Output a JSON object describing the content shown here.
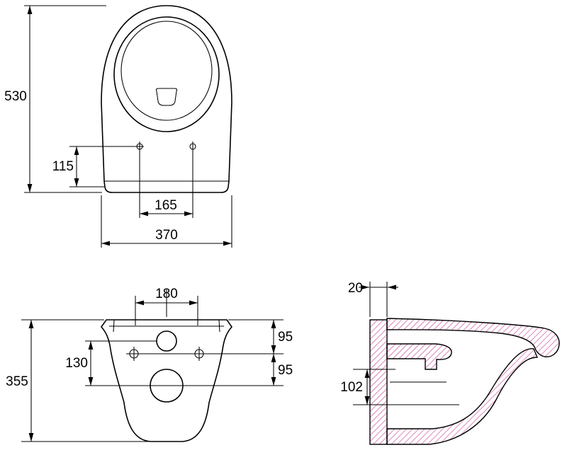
{
  "page": {
    "bg": "#ffffff",
    "line_color": "#000000",
    "hatch_color": "#d0549c"
  },
  "views": {
    "top": {
      "name": "toilet-top-view",
      "dim_depth": "530",
      "dim_hole_offset": "115",
      "dim_hole_spacing": "165",
      "dim_width": "370"
    },
    "rear": {
      "name": "toilet-rear-view",
      "dim_top_width": "180",
      "dim_rim_to_holes": "95",
      "dim_holes_to_drain": "95",
      "dim_inlet_to_drain": "130",
      "dim_height": "355"
    },
    "side": {
      "name": "toilet-side-section-view",
      "dim_wall_offset": "20",
      "dim_outlet_height": "102"
    }
  }
}
